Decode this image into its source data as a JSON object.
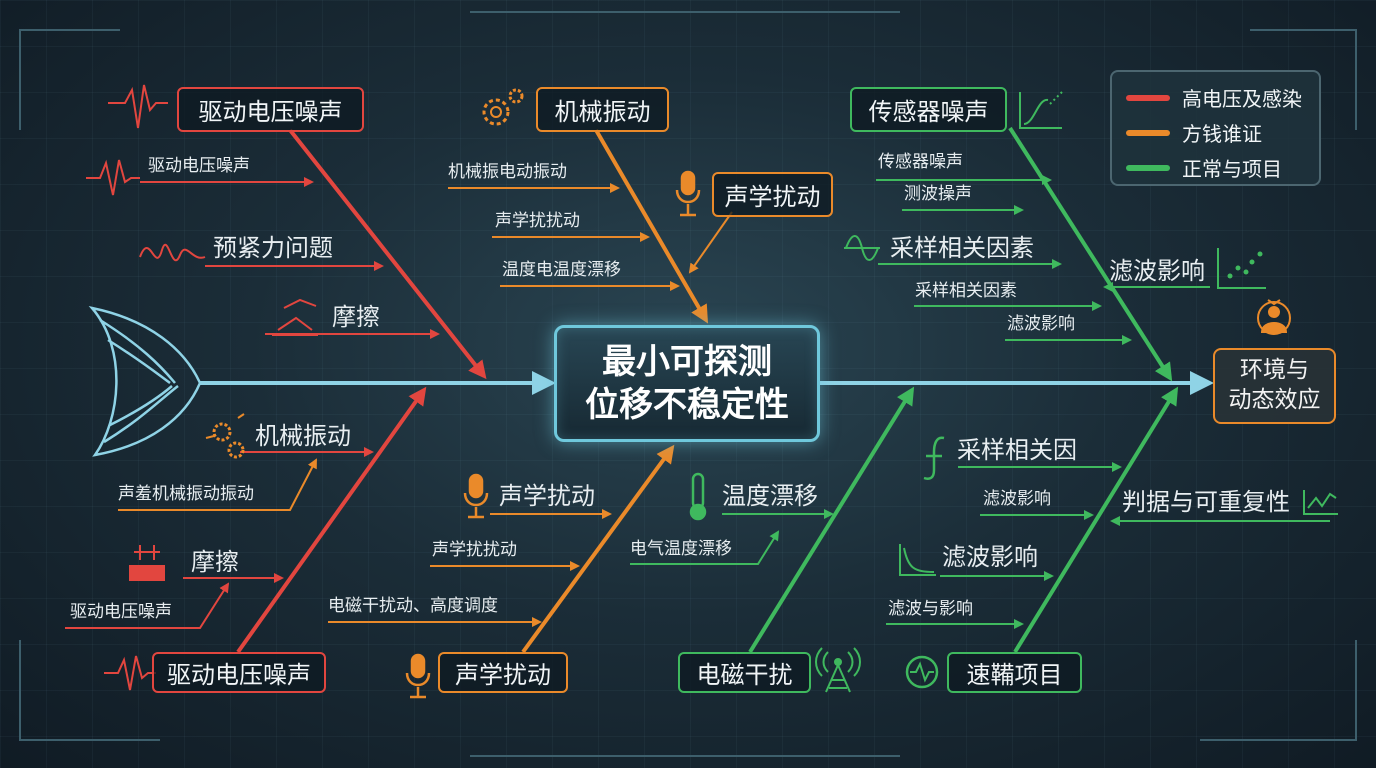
{
  "problem": {
    "line1": "最小可探测",
    "line2": "位移不稳定性"
  },
  "head_effect": {
    "line1": "环境与",
    "line2": "动态效应"
  },
  "legend": [
    {
      "label": "高电压及感染",
      "color": "#e2463f"
    },
    {
      "label": "方钱谁证",
      "color": "#ea8a2a"
    },
    {
      "label": "正常与项目",
      "color": "#3fb95e"
    }
  ],
  "categories": {
    "top_left": "驱动电压噪声",
    "top_mid": "机械振动",
    "top_mid_secondary": "声学扰动",
    "top_right": "传感器噪声",
    "bottom_left": "驱动电压噪声",
    "bottom_mid": "声学扰动",
    "bottom_green": "电磁干扰",
    "bottom_right": "速鞴项目"
  },
  "causes": {
    "tl_1": "驱动电压噪声",
    "tl_2": "预紧力问题",
    "tl_3": "摩擦",
    "tm_1": "机械振电动振动",
    "tm_2": "声学扰扰动",
    "tm_3": "温度电温度漂移",
    "tr_1": "传感器噪声",
    "tr_2": "测波操声",
    "tr_3": "采样相关因素",
    "tr_4": "采样相关因素",
    "tr_5": "滤波影响",
    "tr_side": "滤波影响",
    "bl_1": "机械振动",
    "bl_2": "声羞机械振动振动",
    "bl_3": "摩擦",
    "bl_4": "驱动电压噪声",
    "bm_1": "声学扰动",
    "bm_2": "声学扰扰动",
    "bm_3": "电磁干扰动、高度调度",
    "bg_1": "温度漂移",
    "bg_2": "电气温度漂移",
    "br_1": "采样相关因",
    "br_2": "滤波影响",
    "br_3": "滤波影响",
    "br_4": "滤波与影响",
    "br_side": "判据与可重复性"
  },
  "colors": {
    "red": "#e2463f",
    "orange": "#ea8a2a",
    "green": "#3fb95e",
    "spine": "#8fd3e6"
  }
}
